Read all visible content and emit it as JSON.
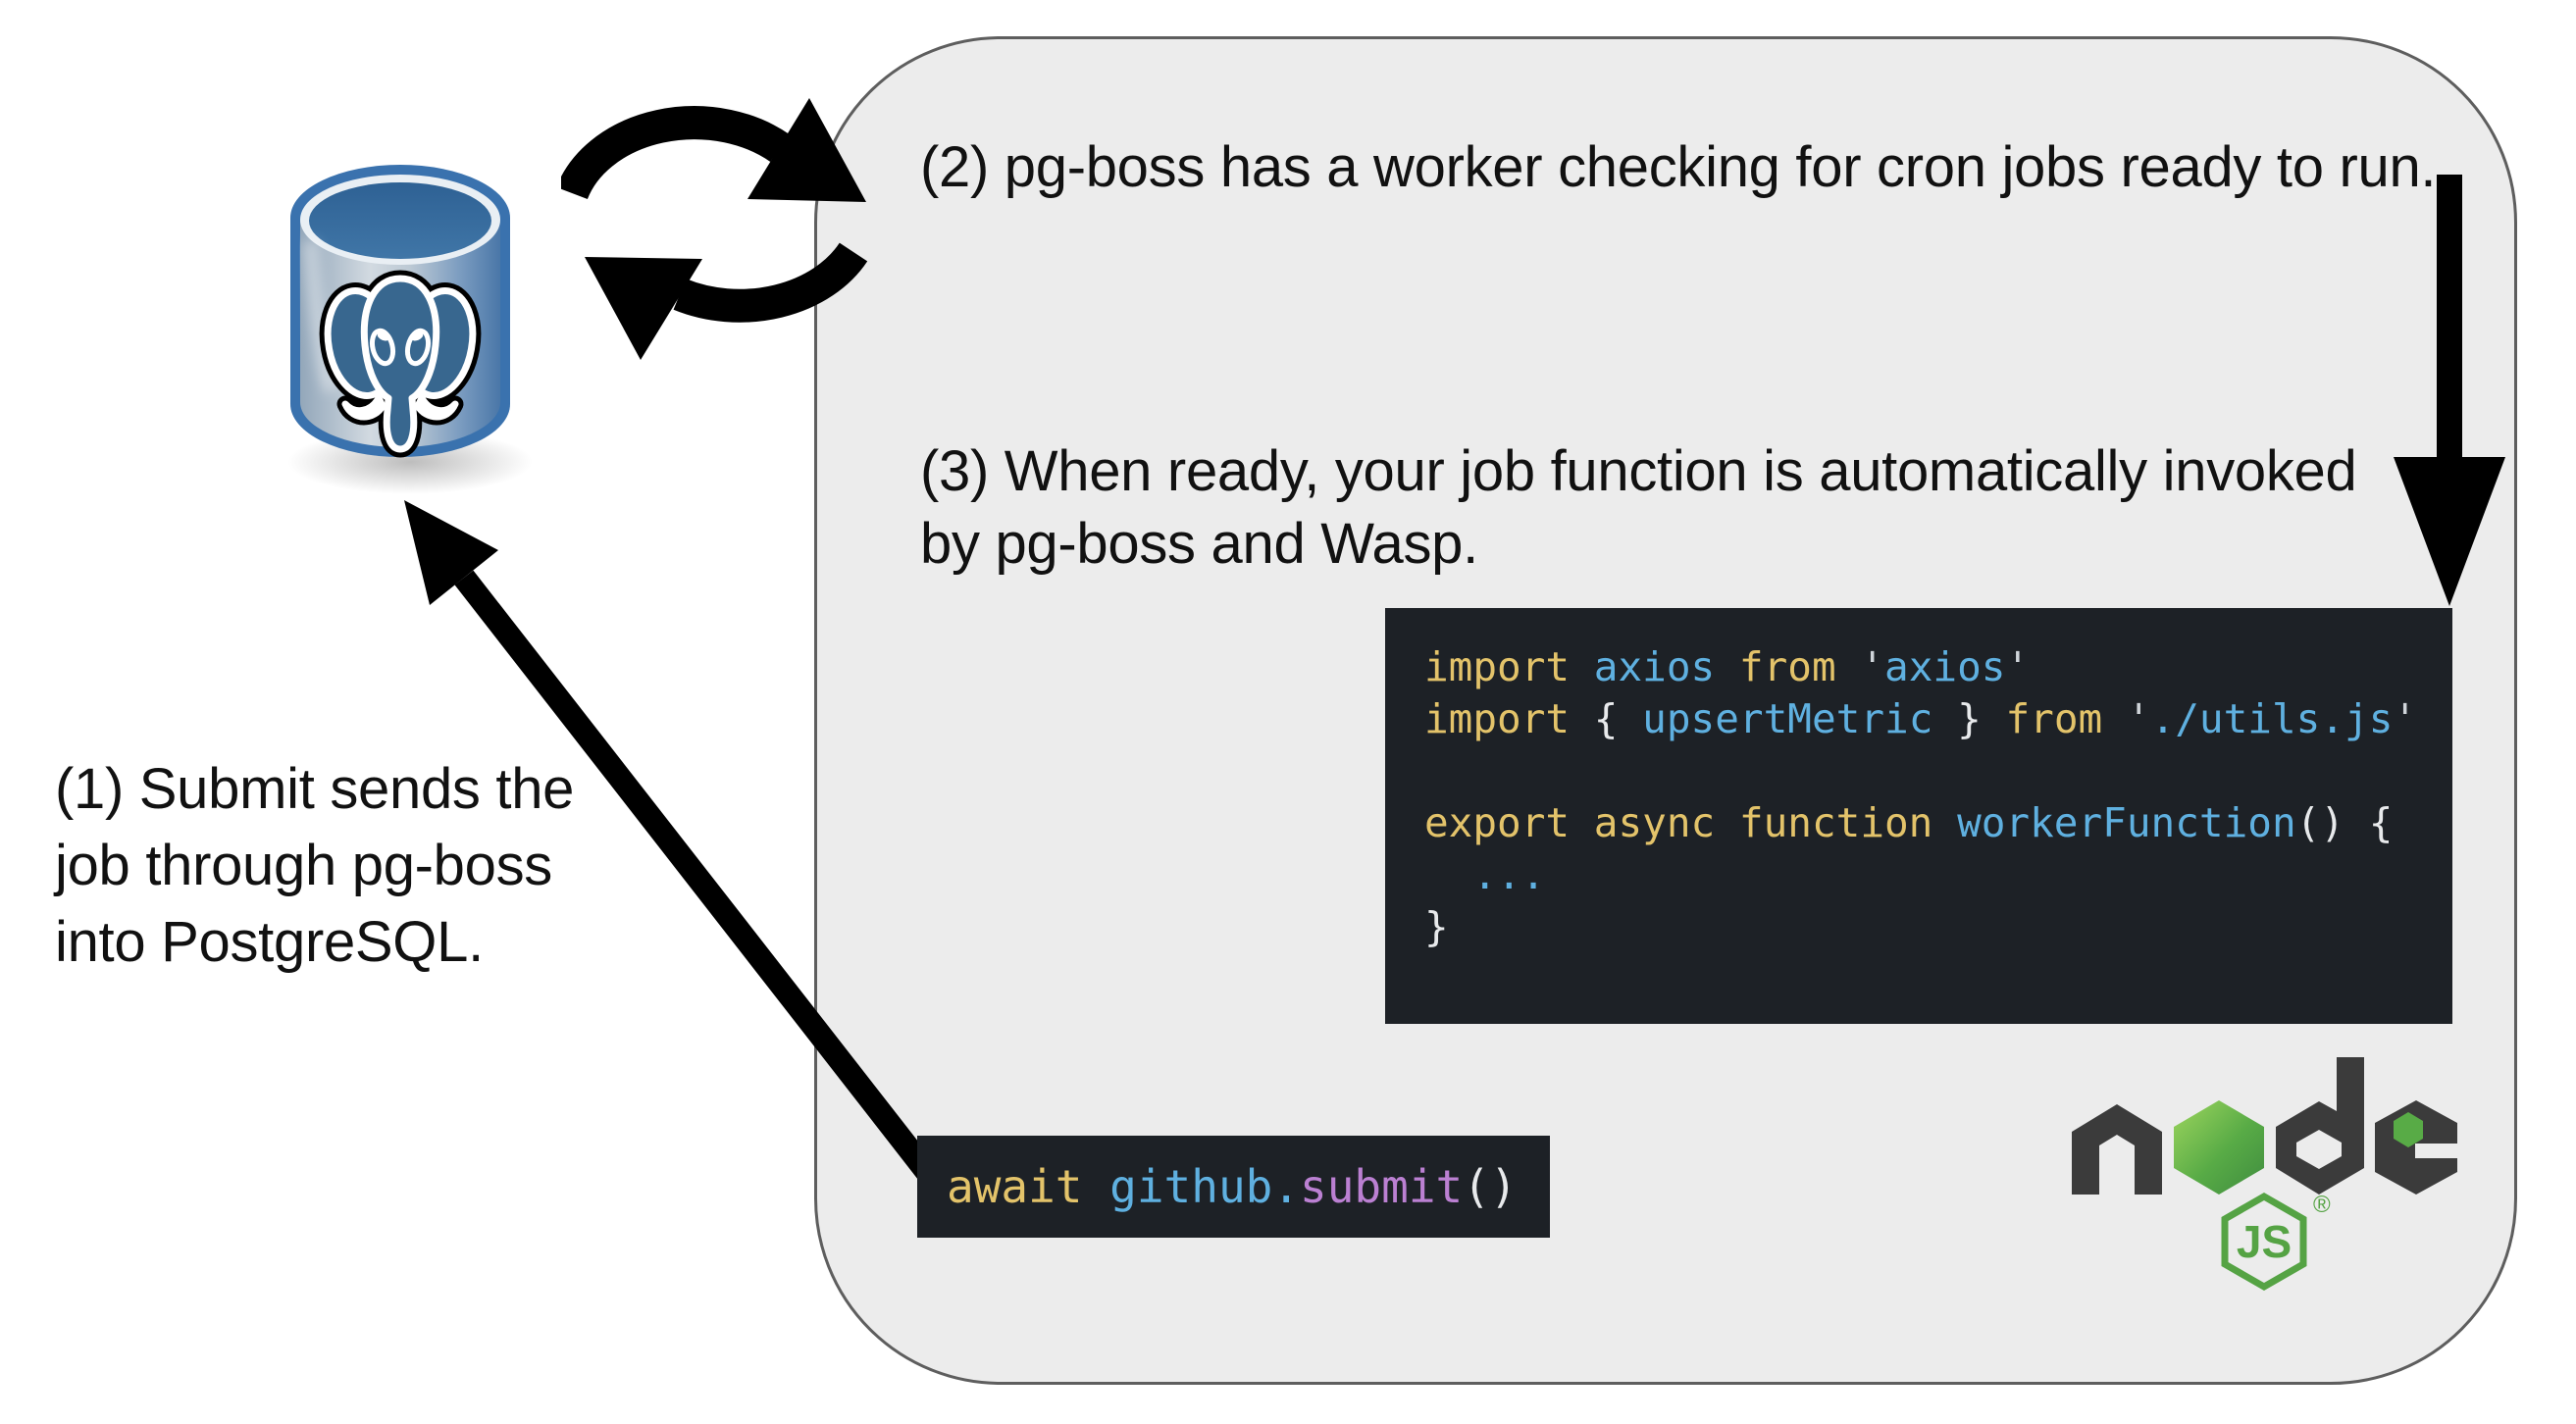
{
  "labels": {
    "step1": "(1) Submit sends the\njob through pg-boss\ninto PostgreSQL.",
    "step2": "(2) pg-boss has a worker checking for cron jobs ready to run.",
    "step3": "(3) When ready, your job function is automatically invoked\nby pg-boss and Wasp."
  },
  "code_colors": {
    "kw": "#e3c36a",
    "id": "#5fb0e0",
    "meth": "#bb80d2",
    "pun": "#e8eaec",
    "q": "#d0d5da"
  },
  "code_block": {
    "lines": [
      {
        "tokens": [
          {
            "c": "kw",
            "t": "import "
          },
          {
            "c": "id",
            "t": "axios "
          },
          {
            "c": "kw",
            "t": "from "
          },
          {
            "c": "q",
            "t": "'"
          },
          {
            "c": "id",
            "t": "axios"
          },
          {
            "c": "q",
            "t": "'"
          }
        ]
      },
      {
        "tokens": [
          {
            "c": "kw",
            "t": "import "
          },
          {
            "c": "pun",
            "t": "{ "
          },
          {
            "c": "id",
            "t": "upsertMetric "
          },
          {
            "c": "pun",
            "t": "} "
          },
          {
            "c": "kw",
            "t": "from "
          },
          {
            "c": "q",
            "t": "'"
          },
          {
            "c": "id",
            "t": "./utils.js"
          },
          {
            "c": "q",
            "t": "'"
          }
        ]
      },
      {
        "tokens": []
      },
      {
        "tokens": [
          {
            "c": "kw",
            "t": "export async function "
          },
          {
            "c": "id",
            "t": "workerFunction"
          },
          {
            "c": "pun",
            "t": "() {"
          }
        ]
      },
      {
        "tokens": [
          {
            "c": "id",
            "t": "  ..."
          }
        ]
      },
      {
        "tokens": [
          {
            "c": "pun",
            "t": "}"
          }
        ]
      }
    ]
  },
  "submit_snippet": {
    "tokens": [
      {
        "c": "kw",
        "t": "await "
      },
      {
        "c": "id",
        "t": "github."
      },
      {
        "c": "meth",
        "t": "submit"
      },
      {
        "c": "pun",
        "t": "()"
      }
    ]
  },
  "node_logo": {
    "js_label": "JS",
    "registered_mark": "®",
    "green": "#55a344",
    "dark": "#3b3b3b"
  },
  "colors": {
    "container_bg": "#ececec",
    "container_border": "#5e5e5e",
    "code_bg": "#1d2126",
    "arrow_black": "#000000",
    "postgres_blue": "#336791",
    "postgres_rim": "#3a72ae"
  },
  "icons": [
    "postgres-database-icon",
    "sync-cycle-icon",
    "arrow-down-icon",
    "arrow-diagonal-icon",
    "nodejs-logo"
  ]
}
